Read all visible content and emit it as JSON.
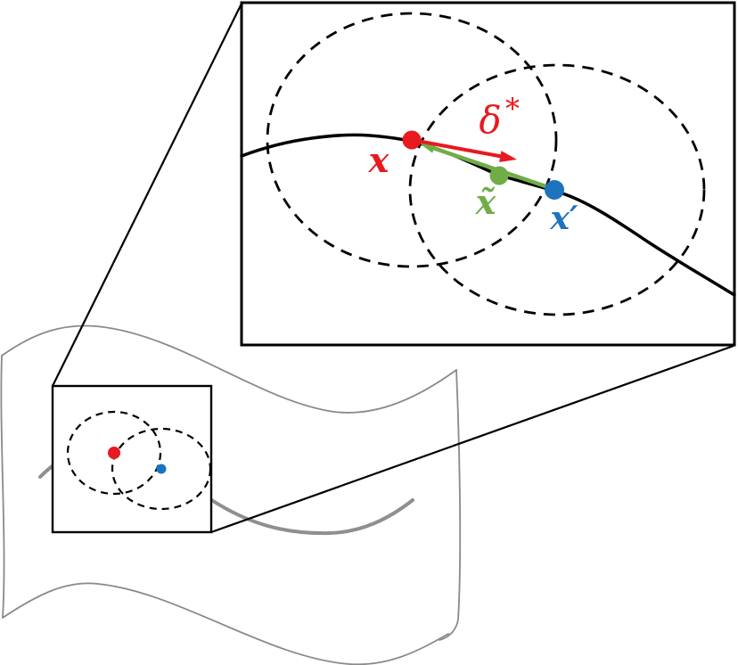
{
  "figure": {
    "inset": {
      "labels": {
        "perturbation_base": "δ",
        "perturbation_sup": "*",
        "original": "x",
        "projection": "x̃",
        "adversarial": "x′"
      }
    },
    "colors": {
      "original": "#e8191f",
      "projection": "#70ad47",
      "adversarial": "#1e73be"
    }
  }
}
